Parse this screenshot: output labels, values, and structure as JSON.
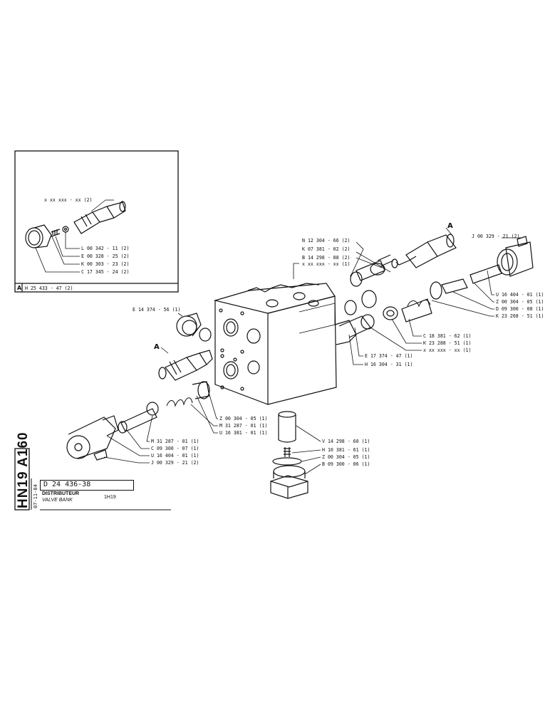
{
  "inset": {
    "tag": "A",
    "ref": "H 25 433 - 47 (2)",
    "parts": [
      "x xx xxx - xx (2)",
      "L 00 342 - 11 (2)",
      "E 00 328 - 25 (2)",
      "K 00 303 - 23 (2)",
      "C 17 345 - 24 (2)"
    ]
  },
  "parts": {
    "top_right": [
      "N 12 304 - 66 (2)",
      "K 07 381 - 02 (2)",
      "B 14 298 - 88 (2)",
      "x xx xxx - xx (1)"
    ],
    "j_top": "J 00 329 - 21 (2)",
    "right": [
      "U 16 404 - 01 (1)",
      "Z 00 304 - 05 (1)",
      "D 09 300 - 08 (1)",
      "K 23 268 - 51 (1)"
    ],
    "mid_right": [
      "C 18 381 - 62 (1)",
      "K 23 288 - 51 (1)",
      "x xx xxx - xx (1)"
    ],
    "e17": "E 17 374 - 47 (1)",
    "h16": "H 16 304 - 31 (1)",
    "e14": "E 14 374 - 56 (1)",
    "left_lower": [
      "Z 00 304 - 05 (1)",
      "M 31 287 - 01 (1)",
      "U 16 381 - 01 (1)"
    ],
    "bottom_left": [
      "M 31 287 - 01 (1)",
      "C 09 300 - 07 (1)",
      "U 16 404 - 01 (1)",
      "J 00 329 - 21 (2)"
    ],
    "bottom_mid": [
      "V 14 298 - 60 (1)",
      "H 10 381 - 61 (1)",
      "Z 00 304 - 05 (1)",
      "B 09 300 - 06 (1)"
    ],
    "a_callout": "A"
  },
  "title_block": {
    "side_title": "HN19 A160",
    "date": "07-11-84",
    "drawing_no": "D 24 436-38",
    "name_fr": "DISTRIBUTEUR",
    "name_en": "VALVE BANK",
    "model": "1H19"
  }
}
